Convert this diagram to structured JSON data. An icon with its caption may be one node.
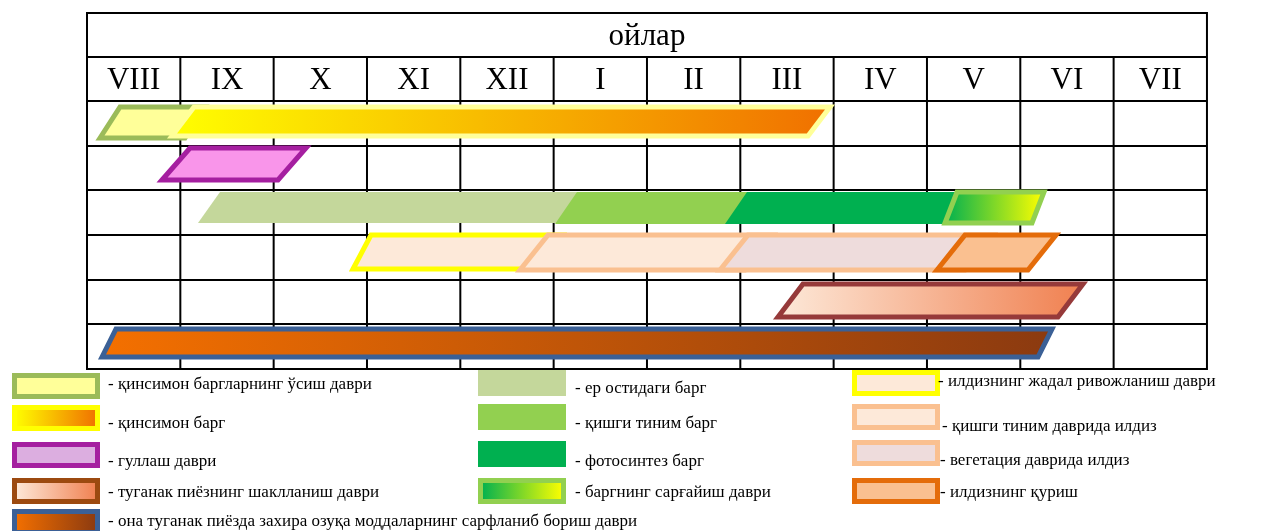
{
  "diagram": {
    "labels": [
      "ойлар",
      "VIII",
      "IX",
      "X",
      "XI",
      "XII",
      "I",
      "II",
      "III",
      "IV",
      "V",
      "VI",
      "VII"
    ],
    "legend": [
      {
        "text": "- қинсимон баргларнинг ўсиш даври"
      },
      {
        "text": "- қинсимон барг"
      },
      {
        "text": "- гуллаш даври"
      },
      {
        "text": "- туганак пиёзнинг шаклланиш даври"
      },
      {
        "text": "- она туганак пиёзда захира озуқа моддаларнинг сарфланиб бориш даври"
      },
      {
        "text": "- ер остидаги барг",
        "color": "#c4d79b"
      },
      {
        "text": "- қишги тиним барг",
        "color": "#92d050"
      },
      {
        "text": "- фотосинтез барг",
        "color": "#00b050"
      },
      {
        "text": "- баргнинг сарғайиш даври"
      },
      {
        "text": "- илдизнинг жадал ривожланиш даври"
      },
      {
        "text": "- қишги тиним даврида илдиз"
      },
      {
        "text": "- вегетация даврида илдиз"
      },
      {
        "text": "- илдизнинг қуриш"
      }
    ]
  }
}
